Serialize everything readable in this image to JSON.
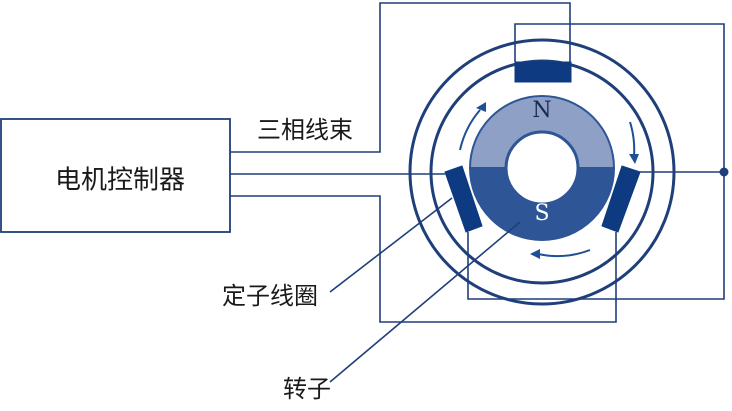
{
  "labels": {
    "controller": "电机控制器",
    "harness": "三相线束",
    "stator_coil": "定子线圈",
    "rotor": "转子",
    "north": "N",
    "south": "S"
  },
  "colors": {
    "line": "#1f3f7a",
    "coil": "#0d3a80",
    "rotor_north": "#8ea0c6",
    "rotor_south": "#2e5596",
    "arrow": "#1f4f94"
  }
}
